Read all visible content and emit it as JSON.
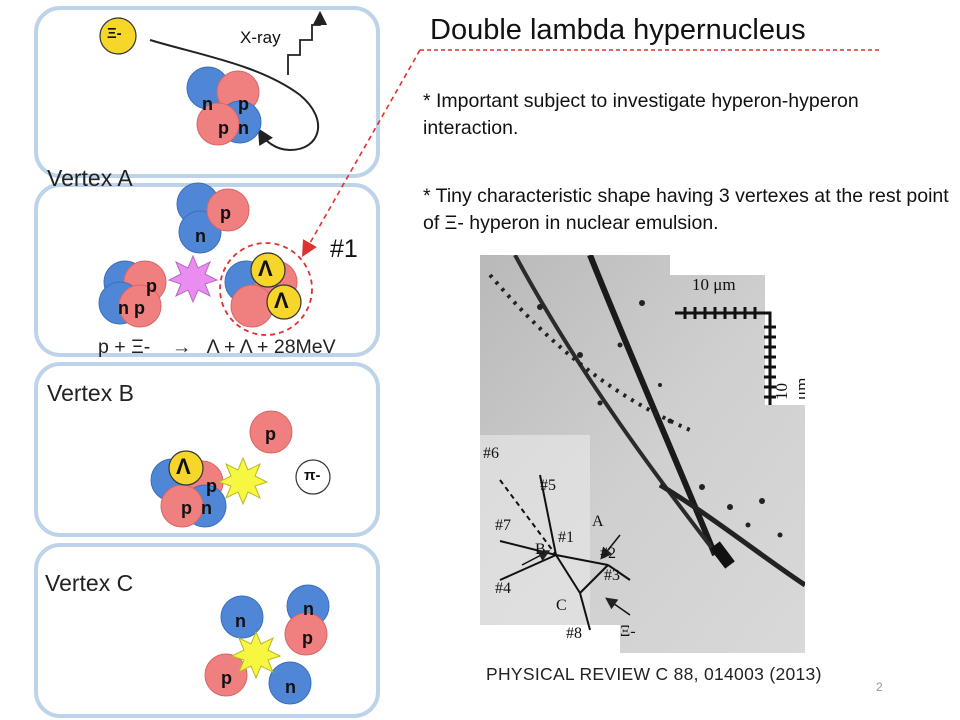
{
  "title": "Double lambda hypernucleus",
  "bullets": [
    "* Important subject to investigate hyperon-hyperon interaction.",
    "* Tiny characteristic shape having 3 vertexes at the rest point of Ξ- hyperon in nuclear emulsion."
  ],
  "panels": {
    "top": {
      "xi_label": "Ξ-",
      "xray_label": "X-ray",
      "nucleons": [
        "n",
        "p",
        "p",
        "n"
      ]
    },
    "vertex_a": {
      "label": "Vertex A",
      "event_label": "#1",
      "nucleons": [
        "p",
        "n",
        "p",
        "n",
        "p"
      ],
      "lambdas": [
        "Λ",
        "Λ"
      ]
    },
    "reaction": "p + Ξ-    →   Λ + Λ + 28MeV",
    "vertex_b": {
      "label": "Vertex B",
      "nucleons": [
        "p",
        "p",
        "p",
        "n"
      ],
      "lambda": "Λ",
      "pion": "π-"
    },
    "vertex_c": {
      "label": "Vertex C",
      "nucleons": [
        "n",
        "n",
        "p",
        "p",
        "n"
      ]
    }
  },
  "photo": {
    "scale_h": "10 μm",
    "scale_v": "10 μm",
    "track_labels": [
      "#6",
      "#5",
      "#1",
      "A",
      "#2",
      "#7",
      "B",
      "#3",
      "#4",
      "C",
      "#8",
      "Ξ-"
    ]
  },
  "citation": "PHYSICAL REVIEW C 88, 014003 (2013)",
  "page_number": "2",
  "colors": {
    "neutron": "#4f86d6",
    "proton": "#f07f7f",
    "lambda": "#f7d62a",
    "panel_border": "#bcd3ea",
    "arrow": "#e03030"
  }
}
